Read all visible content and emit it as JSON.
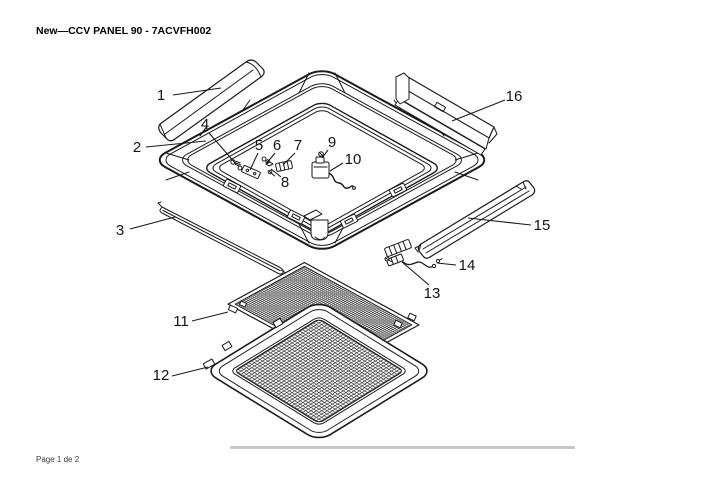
{
  "header": {
    "title": "New—CCV PANEL 90 - 7ACVFH002"
  },
  "footer": {
    "page_label": "Page 1 de 2"
  },
  "colors": {
    "ink": "#1a1a1a",
    "mesh": "#2b2b2b",
    "divider": "#c7c7c7",
    "background": "#ffffff"
  },
  "diagram": {
    "parts": [
      {
        "number": "1"
      },
      {
        "number": "2"
      },
      {
        "number": "3"
      },
      {
        "number": "4"
      },
      {
        "number": "5"
      },
      {
        "number": "6"
      },
      {
        "number": "7"
      },
      {
        "number": "8"
      },
      {
        "number": "9"
      },
      {
        "number": "10"
      },
      {
        "number": "11"
      },
      {
        "number": "12"
      },
      {
        "number": "13"
      },
      {
        "number": "14"
      },
      {
        "number": "15"
      },
      {
        "number": "16"
      }
    ]
  }
}
